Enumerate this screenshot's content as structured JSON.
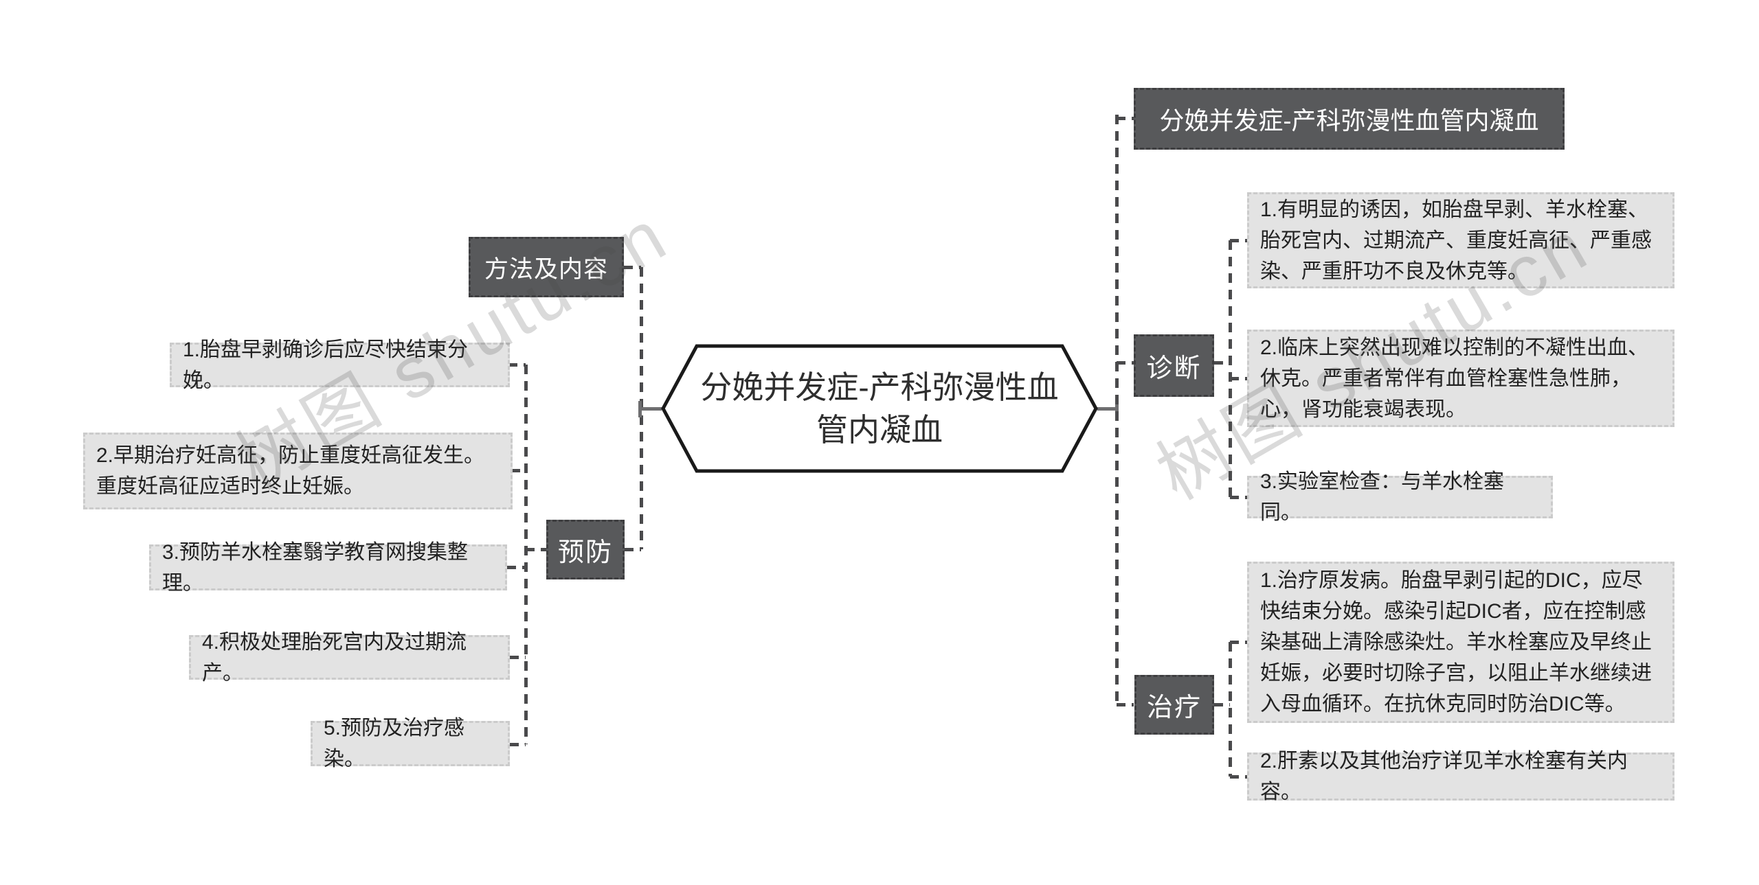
{
  "center": {
    "title": "分娩并发症-产科弥漫性血管内凝血"
  },
  "right": {
    "topic_label": "分娩并发症-产科弥漫性血管内凝血",
    "diagnosis": {
      "label": "诊断",
      "items": [
        "1.有明显的诱因，如胎盘早剥、羊水栓塞、胎死宫内、过期流产、重度妊高征、严重感染、严重肝功不良及休克等。",
        "2.临床上突然出现难以控制的不凝性出血、休克。严重者常伴有血管栓塞性急性肺，心，肾功能衰竭表现。",
        "3.实验室检查：与羊水栓塞同。"
      ]
    },
    "treatment": {
      "label": "治疗",
      "items": [
        "1.治疗原发病。胎盘早剥引起的DIC，应尽快结束分娩。感染引起DIC者，应在控制感染基础上清除感染灶。羊水栓塞应及早终止妊娠，必要时切除子宫，以阻止羊水继续进入母血循环。在抗休克同时防治DIC等。",
        "2.肝素以及其他治疗详见羊水栓塞有关内容。"
      ]
    }
  },
  "left": {
    "methods_label": "方法及内容",
    "prevention": {
      "label": "预防",
      "items": [
        "1.胎盘早剥确诊后应尽快结束分娩。",
        "2.早期治疗妊高征，防止重度妊高征发生。重度妊高征应适时终止妊娠。",
        "3.预防羊水栓塞翳学教育网搜集整理。",
        "4.积极处理胎死宫内及过期流产。",
        "5.预防及治疗感染。"
      ]
    }
  },
  "watermark": {
    "text": "树图 shutu.cn"
  },
  "colors": {
    "node_dark": "#58595b",
    "node_light": "#e3e3e3",
    "connector": "#4a4a4c",
    "hexagon_border": "#1a1a1a",
    "background": "#ffffff"
  }
}
